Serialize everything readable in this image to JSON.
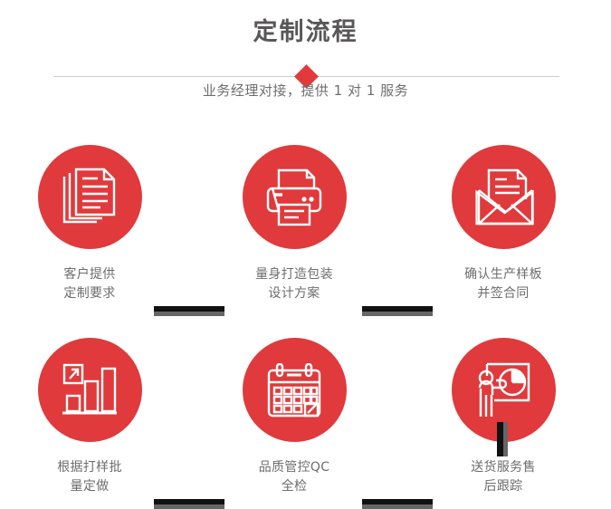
{
  "header": {
    "title": "定制流程",
    "subtitle": "业务经理对接，提供 1 对 1 服务",
    "accent_color": "#e03a3c",
    "title_color": "#595757",
    "divider_color": "#cfcfcf",
    "diamond_icon": "diamond-marker"
  },
  "flow": {
    "circle_color": "#e03a3c",
    "connector_color": "#111111",
    "connector_shadow_color": "#666666",
    "label_color": "#6d6d6d",
    "steps": [
      {
        "index": 1,
        "icon": "documents-stack-icon",
        "label": "客户提供\n定制要求"
      },
      {
        "index": 2,
        "icon": "printer-icon",
        "label": "量身打造包装\n设计方案"
      },
      {
        "index": 3,
        "icon": "envelope-document-icon",
        "label": "确认生产样板\n并签合同"
      },
      {
        "index": 4,
        "icon": "bar-chart-growth-icon",
        "label": "根据打样批\n量定做"
      },
      {
        "index": 5,
        "icon": "calendar-check-icon",
        "label": "品质管控QC\n全检"
      },
      {
        "index": 6,
        "icon": "presenter-piechart-icon",
        "label": "送货服务售\n后跟踪"
      }
    ],
    "connectors": [
      {
        "id": "c1",
        "orientation": "horizontal"
      },
      {
        "id": "c2",
        "orientation": "horizontal"
      },
      {
        "id": "c3",
        "orientation": "vertical"
      },
      {
        "id": "c4",
        "orientation": "horizontal"
      },
      {
        "id": "c5",
        "orientation": "horizontal"
      }
    ]
  }
}
